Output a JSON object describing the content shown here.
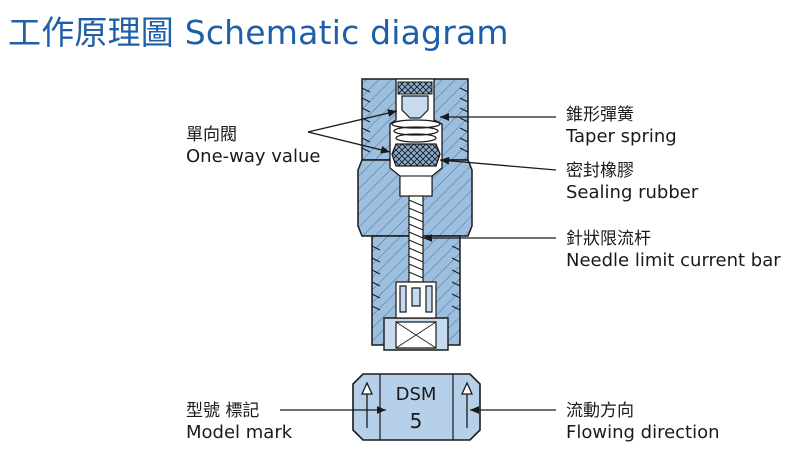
{
  "title": "工作原理圖 Schematic diagram",
  "labels": {
    "one_way_valve": {
      "zh": "單向閥",
      "en": "One-way value"
    },
    "taper_spring": {
      "zh": "錐形彈簧",
      "en": "Taper spring"
    },
    "sealing_rubber": {
      "zh": "密封橡膠",
      "en": "Sealing rubber"
    },
    "needle_bar": {
      "zh": "針狀限流杆",
      "en": "Needle limit current bar"
    },
    "model_mark": {
      "zh": "型號 標記",
      "en": "Model mark"
    },
    "flowing_direction": {
      "zh": "流動方向",
      "en": "Flowing direction"
    }
  },
  "nut_marking": {
    "line1": "DSM",
    "line2": "5"
  },
  "colors": {
    "title": "#1f5fa8",
    "body": "#9cbfe0",
    "outline": "#1a1a1a"
  }
}
